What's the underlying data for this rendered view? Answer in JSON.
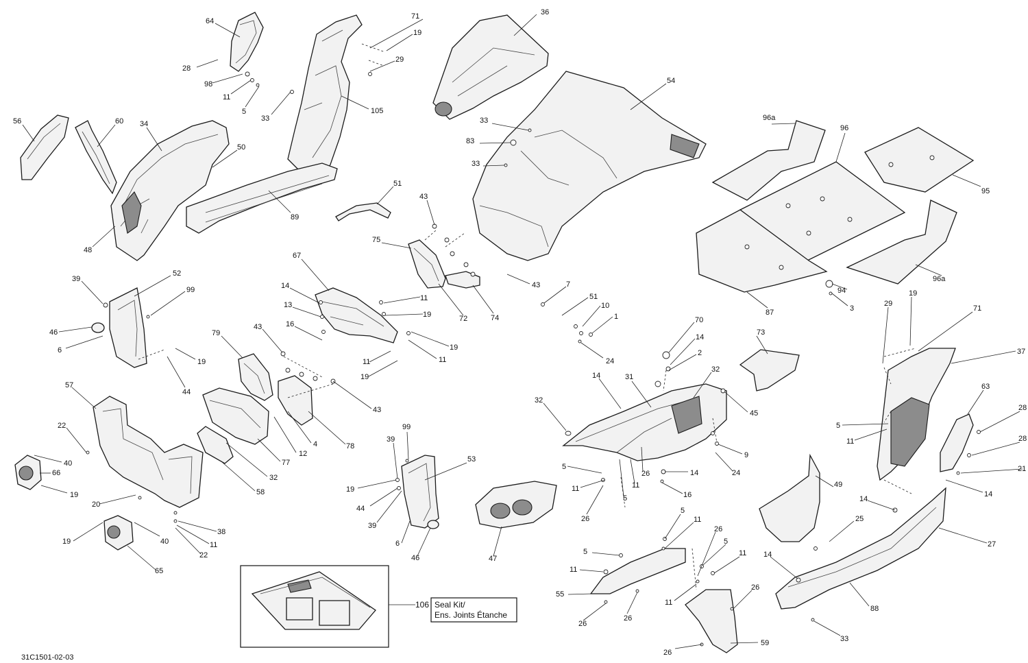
{
  "document_id": "31C1501-02-03",
  "seal_kit": {
    "number": "106",
    "line1": "Seal Kit/",
    "line2": "Ens. Joints Étanche"
  },
  "callouts": {
    "c64": "64",
    "c71a": "71",
    "c19a": "19",
    "c29a": "29",
    "c36": "36",
    "c28a": "28",
    "c98": "98",
    "c11a": "11",
    "c5a": "5",
    "c33a": "33",
    "c105": "105",
    "c56": "56",
    "c60": "60",
    "c34": "34",
    "c50": "50",
    "c54": "54",
    "c33b": "33",
    "c83": "83",
    "c33c": "33",
    "c96a_top": "96a",
    "c96": "96",
    "c95": "95",
    "c51a": "51",
    "c89": "89",
    "c48": "48",
    "c43a": "43",
    "c75": "75",
    "c67": "67",
    "c72": "72",
    "c74": "74",
    "c43b": "43",
    "c87": "87",
    "c96a_bot": "96a",
    "c94": "94",
    "c3": "3",
    "c39a": "39",
    "c52": "52",
    "c99a": "99",
    "c46a": "46",
    "c6a": "6",
    "c19b": "19",
    "c44a": "44",
    "c14a": "14",
    "c13": "13",
    "c16a": "16",
    "c11b": "11",
    "c19c": "19",
    "c19d": "19",
    "c11c": "11",
    "c11d": "11",
    "c19e": "19",
    "c7": "7",
    "c51b": "51",
    "c10": "10",
    "c1": "1",
    "c24a": "24",
    "c70": "70",
    "c14b": "14",
    "c2": "2",
    "c73": "73",
    "c29b": "29",
    "c19f": "19",
    "c71b": "71",
    "c37": "37",
    "c79": "79",
    "c43c": "43",
    "c43d": "43",
    "c12": "12",
    "c4": "4",
    "c78": "78",
    "c77": "77",
    "c57": "57",
    "c22a": "22",
    "c40a": "40",
    "c66": "66",
    "c19g": "19",
    "c20": "20",
    "c58": "58",
    "c32a": "32",
    "c14c": "14",
    "c31": "31",
    "c32b": "32",
    "c32c": "32",
    "c45": "45",
    "c9": "9",
    "c24b": "24",
    "c63": "63",
    "c28b": "28",
    "c28c": "28",
    "c5b": "5",
    "c11e": "11",
    "c21": "21",
    "c14d": "14",
    "c99b": "99",
    "c39b": "39",
    "c53": "53",
    "c19h": "19",
    "c44b": "44",
    "c39c": "39",
    "c5c": "5",
    "c11f": "11",
    "c26a": "26",
    "c5d": "5",
    "c11g": "11",
    "c14e": "14",
    "c16b": "16",
    "c26b": "26",
    "c49": "49",
    "c25": "25",
    "c14f": "14",
    "c27": "27",
    "c38": "38",
    "c11h": "11",
    "c22b": "22",
    "c19i": "19",
    "c40b": "40",
    "c65": "65",
    "c6b": "6",
    "c46b": "46",
    "c47": "47",
    "c5e": "5",
    "c11i": "11",
    "c26c": "26",
    "c5f": "5",
    "c11j": "11",
    "c55": "55",
    "c11k": "11",
    "c26d": "26",
    "c26e": "26",
    "c26f": "26",
    "c26g": "26",
    "c59": "59",
    "c14g": "14",
    "c88": "88",
    "c33d": "33"
  }
}
